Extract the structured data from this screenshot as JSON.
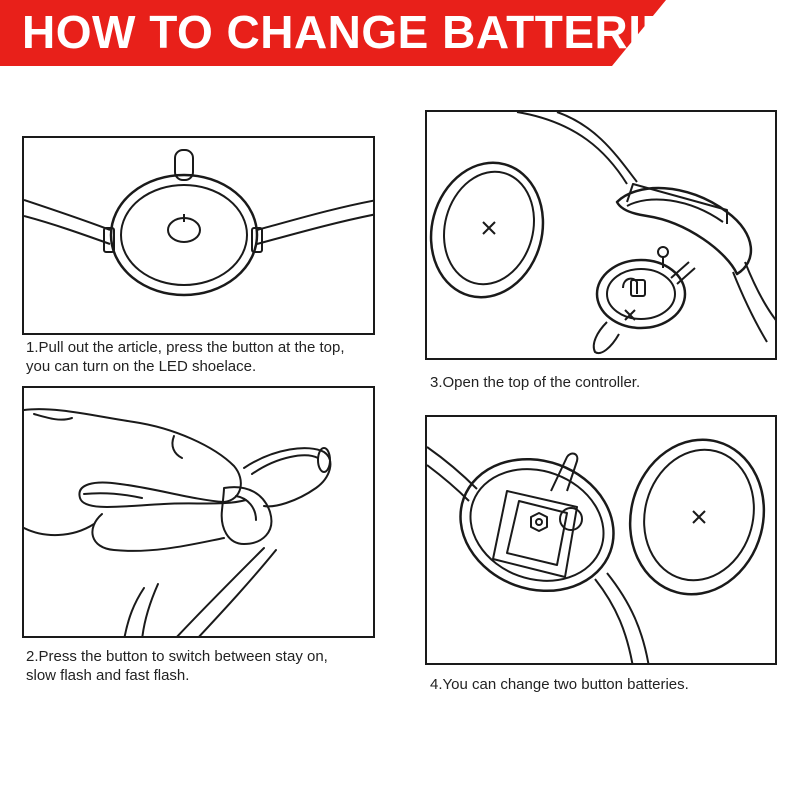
{
  "header": {
    "title": "HOW TO CHANGE BATTERIES",
    "color": "#e8201a"
  },
  "steps": [
    {
      "line1": "1.Pull out the article, press the button at the top,",
      "line2": "you can turn on the LED shoelace."
    },
    {
      "line1": "2.Press the button to switch between stay on,",
      "line2": "slow flash and fast flash."
    },
    {
      "line1": "3.Open the top of the controller.",
      "line2": ""
    },
    {
      "line1": "4.You can change two button batteries.",
      "line2": ""
    }
  ],
  "icons": [
    "controller-icon",
    "hand-press-icon",
    "open-controller-icon",
    "battery-swap-icon"
  ]
}
